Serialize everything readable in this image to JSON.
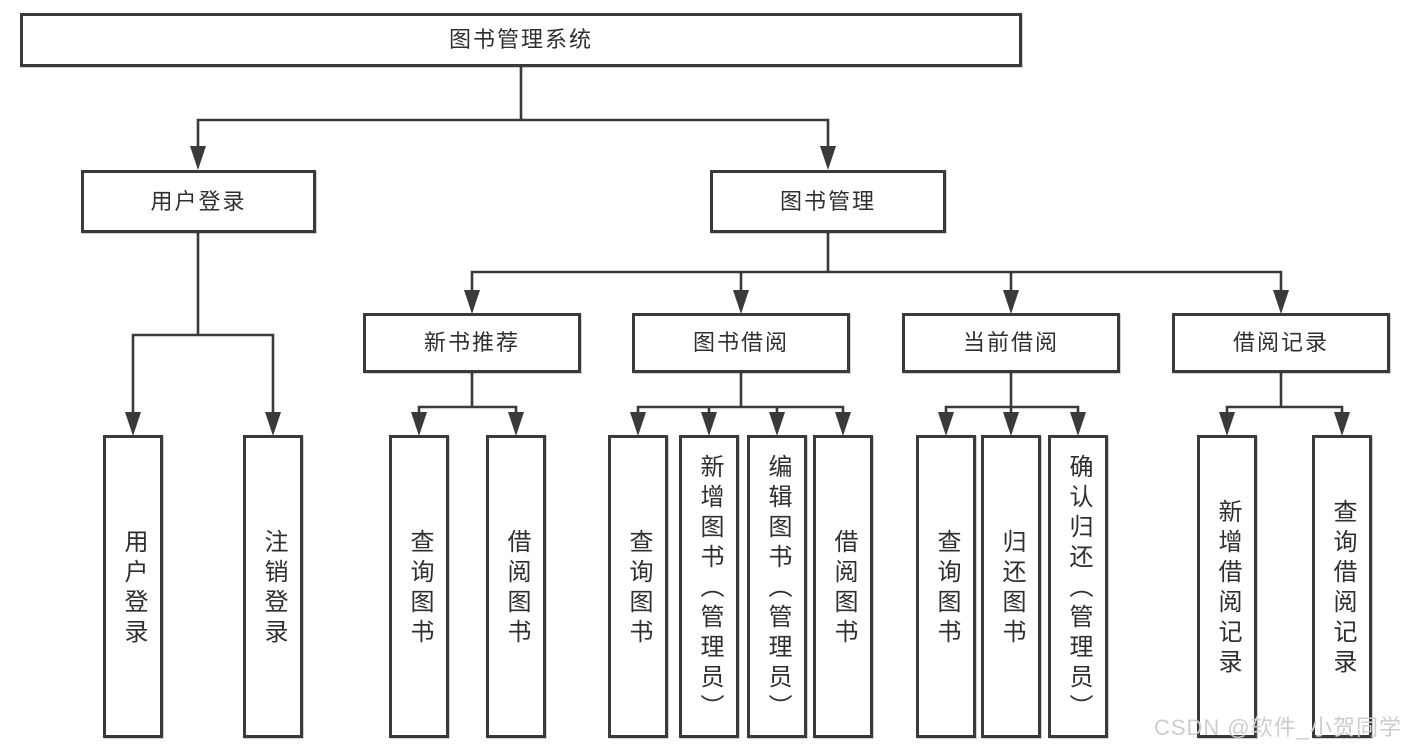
{
  "tree": {
    "root": "图书管理系统",
    "branches": [
      {
        "label": "用户登录",
        "children": [
          "用户登录",
          "注销登录"
        ]
      },
      {
        "label": "图书管理",
        "sections": [
          {
            "label": "新书推荐",
            "children": [
              "查询图书",
              "借阅图书"
            ]
          },
          {
            "label": "图书借阅",
            "children": [
              "查询图书",
              "新增图书（管理员）",
              "编辑图书（管理员）",
              "借阅图书"
            ]
          },
          {
            "label": "当前借阅",
            "children": [
              "查询图书",
              "归还图书",
              "确认归还（管理员）"
            ]
          },
          {
            "label": "借阅记录",
            "children": [
              "新增借阅记录",
              "查询借阅记录"
            ]
          }
        ]
      }
    ]
  },
  "watermark": {
    "text": "CSDN @软件_小贺同学"
  },
  "colors": {
    "line": "#3a3a3a",
    "text": "#2f2f2f",
    "watermark": "#cdcdcd",
    "bg": "#ffffff"
  }
}
